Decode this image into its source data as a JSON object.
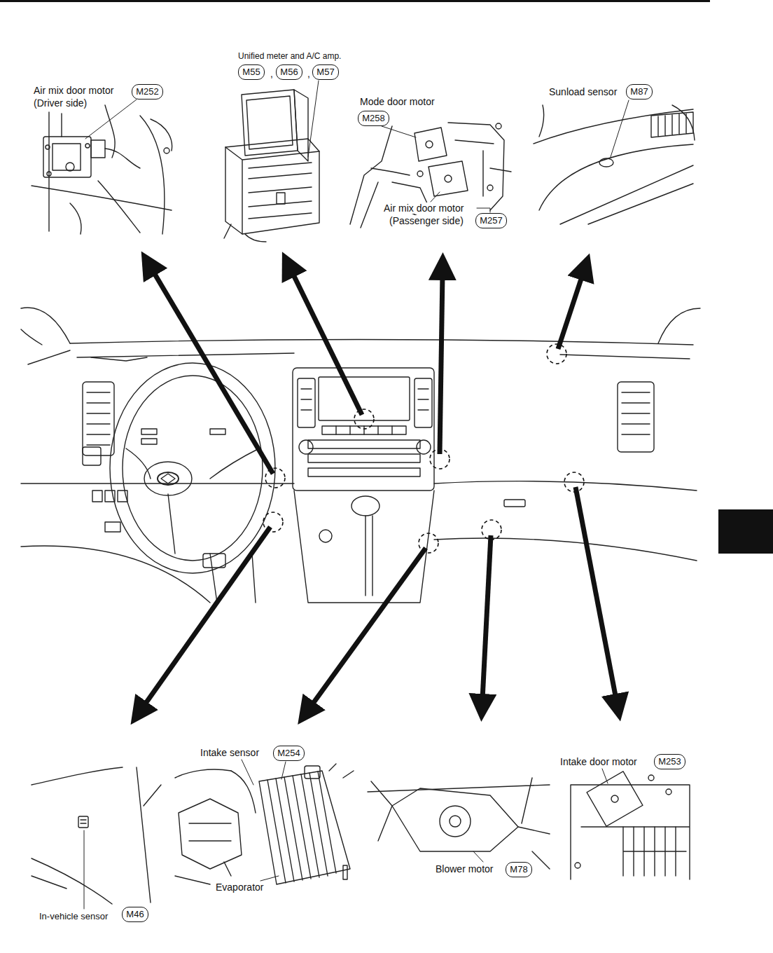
{
  "diagram": {
    "nodes": [
      {
        "text": [
          "M252"
        ]
      },
      {
        "text": [
          "M55"
        ]
      },
      {
        "text": [
          "M56"
        ]
      },
      {
        "text": [
          "M57"
        ]
      },
      {
        "text": [
          "M258"
        ]
      },
      {
        "text": [
          "M257"
        ]
      },
      {
        "text": [
          "M87"
        ]
      },
      {
        "text": [
          "M46"
        ]
      },
      {
        "text": [
          "M254"
        ]
      },
      {
        "text": [
          "M78"
        ]
      },
      {
        "text": [
          "M253"
        ]
      }
    ],
    "labels": [
      "Unified meter and A/C amp.",
      ",",
      ",",
      "Air mix door motor",
      "(Driver side)",
      "Mode door motor",
      "Sunload sensor",
      "Air mix door motor",
      "(Passenger side)",
      "Intake sensor",
      "Intake door motor",
      "Blower motor",
      "In-vehicle sensor",
      "Evaporator"
    ]
  }
}
